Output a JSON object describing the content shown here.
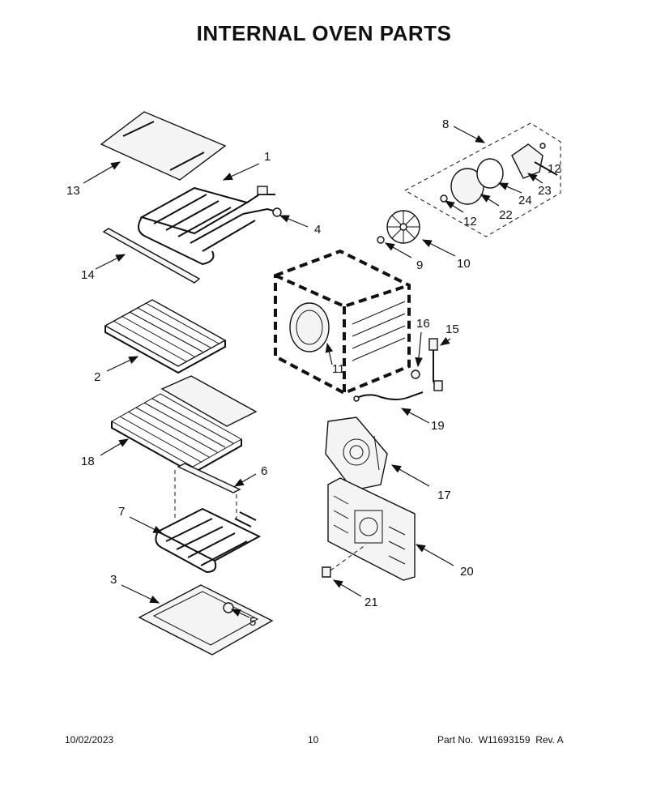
{
  "title": "INTERNAL OVEN PARTS",
  "footer": {
    "date": "10/02/2023",
    "page": "10",
    "part_label": "Part No.",
    "part_number": "W11693159",
    "revision": "Rev. A"
  },
  "callouts": {
    "c1": "1",
    "c2": "2",
    "c3": "3",
    "c4": "4",
    "c5": "5",
    "c6": "6",
    "c7": "7",
    "c8": "8",
    "c9": "9",
    "c10": "10",
    "c11": "11",
    "c12a": "12",
    "c12b": "12",
    "c13": "13",
    "c14": "14",
    "c15": "15",
    "c16": "16",
    "c17": "17",
    "c18": "18",
    "c19": "19",
    "c20": "20",
    "c21": "21",
    "c22": "22",
    "c23": "23",
    "c24": "24"
  }
}
